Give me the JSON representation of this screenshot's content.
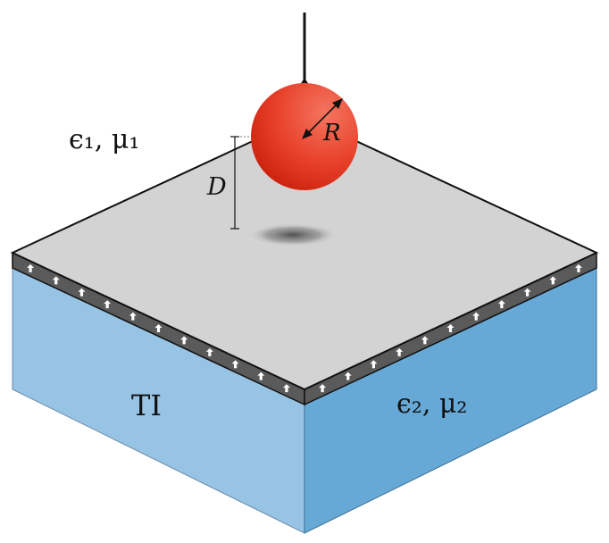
{
  "labels": {
    "medium1": "ϵ₁, μ₁",
    "medium2": "ϵ₂, μ₂",
    "ti": "TI",
    "distance": "D",
    "radius": "R"
  },
  "colors": {
    "top_surface": "#d3d3d3",
    "left_face": "#97c3e5",
    "right_face": "#66a9d7",
    "surface_strip": "#5a5a5a",
    "sphere": "#e8412a"
  },
  "icons": {
    "arrows": "up-arrow-icon"
  }
}
